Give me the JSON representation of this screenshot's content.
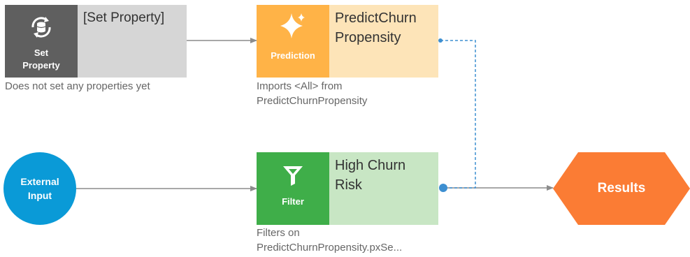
{
  "nodes": {
    "set_property": {
      "tile_label_1": "Set",
      "tile_label_2": "Property",
      "name": "[Set Property]",
      "desc_1": "Does not set any properties yet",
      "icon": "database-sync-icon",
      "colors": {
        "tile": "#5f5f5f",
        "panel": "#d6d6d6"
      }
    },
    "prediction": {
      "tile_label": "Prediction",
      "name_1": "PredictChurn",
      "name_2": "Propensity",
      "desc_1": "Imports <All> from",
      "desc_2": "PredictChurnPropensity",
      "icon": "sparkle-icon",
      "colors": {
        "tile": "#ffb347",
        "panel": "#fde4b8"
      }
    },
    "filter": {
      "tile_label": "Filter",
      "name_1": "High Churn",
      "name_2": "Risk",
      "desc_1": "Filters on",
      "desc_2": "PredictChurnPropensity.pxSe...",
      "icon": "funnel-icon",
      "colors": {
        "tile": "#3fae49",
        "panel": "#c8e6c4"
      }
    },
    "external_input": {
      "label_1": "External",
      "label_2": "Input",
      "colors": {
        "fill": "#0a9ad7"
      }
    },
    "results": {
      "label": "Results",
      "colors": {
        "fill": "#fb7c34"
      }
    }
  },
  "connector_colors": {
    "solid": "#8c8c8c",
    "dashed": "#3d8fd1"
  }
}
